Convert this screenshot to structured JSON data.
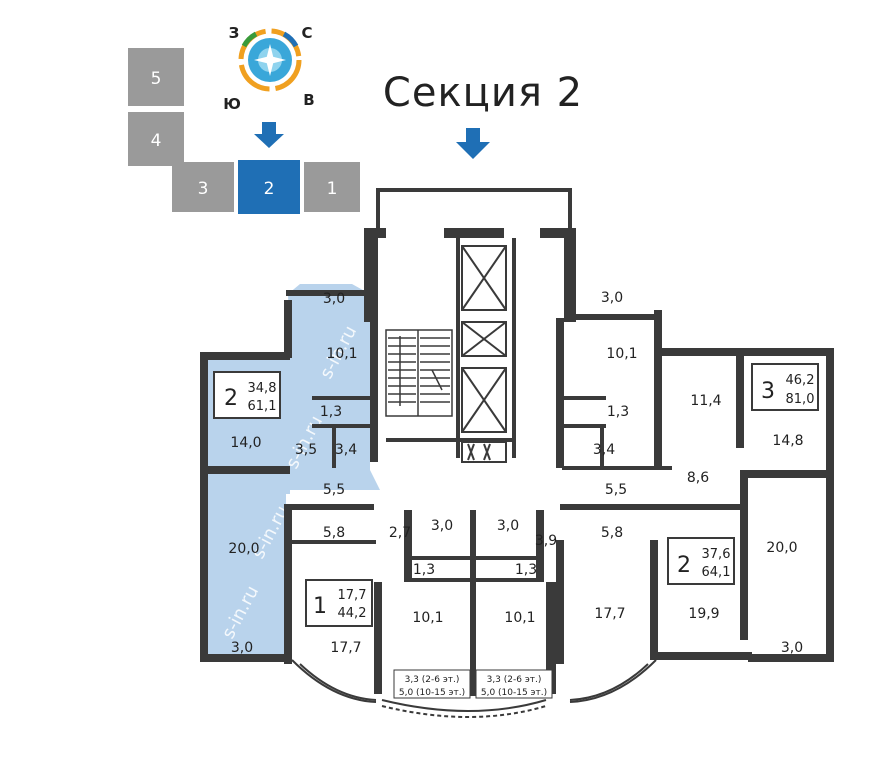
{
  "section_title": "Секция 2",
  "compass": {
    "north": "С",
    "south": "Ю",
    "east": "В",
    "west": "З"
  },
  "key_plan": {
    "sections": [
      "5",
      "4",
      "3",
      "2",
      "1"
    ],
    "active": "2"
  },
  "watermark": "s-in.ru",
  "colors": {
    "highlight": "#b9d3ec",
    "active_section": "#1f6fb5",
    "inactive_section": "#9a9a9a",
    "arrow": "#1f6fb5",
    "wall": "#3a3a3a"
  },
  "apartments": {
    "left_two": {
      "rooms": "2",
      "living": "34,8",
      "total": "61,1"
    },
    "right_three": {
      "rooms": "3",
      "living": "46,2",
      "total": "81,0"
    },
    "right_two": {
      "rooms": "2",
      "living": "37,6",
      "total": "64,1"
    },
    "one": {
      "rooms": "1",
      "living": "17,7",
      "total": "44,2"
    }
  },
  "areas": {
    "a30_tl": "3,0",
    "a101_l": "10,1",
    "a13_l": "1,3",
    "a34_l": "3,4",
    "a140": "14,0",
    "a35": "3,5",
    "a55_l": "5,5",
    "a200_l": "20,0",
    "a30_bl": "3,0",
    "a58_l": "5,8",
    "a27": "2,7",
    "a30_c1": "3,0",
    "a30_c2": "3,0",
    "a13_c1": "1,3",
    "a13_c2": "1,3",
    "a39": "3,9",
    "a101_c1": "10,1",
    "a101_c2": "10,1",
    "a177_l": "17,7",
    "a177_r": "17,7",
    "a30_tr": "3,0",
    "a101_r": "10,1",
    "a13_r": "1,3",
    "a34_r": "3,4",
    "a114": "11,4",
    "a148": "14,8",
    "a86": "8,6",
    "a55_r": "5,5",
    "a58_r": "5,8",
    "a200_r": "20,0",
    "a199": "19,9",
    "a30_br": "3,0"
  },
  "balcony_notes": {
    "left_line1": "3,3 (2-6 эт.)",
    "left_line2": "5,0 (10-15 эт.)",
    "right_line1": "3,3 (2-6 эт.)",
    "right_line2": "5,0 (10-15 эт.)"
  }
}
